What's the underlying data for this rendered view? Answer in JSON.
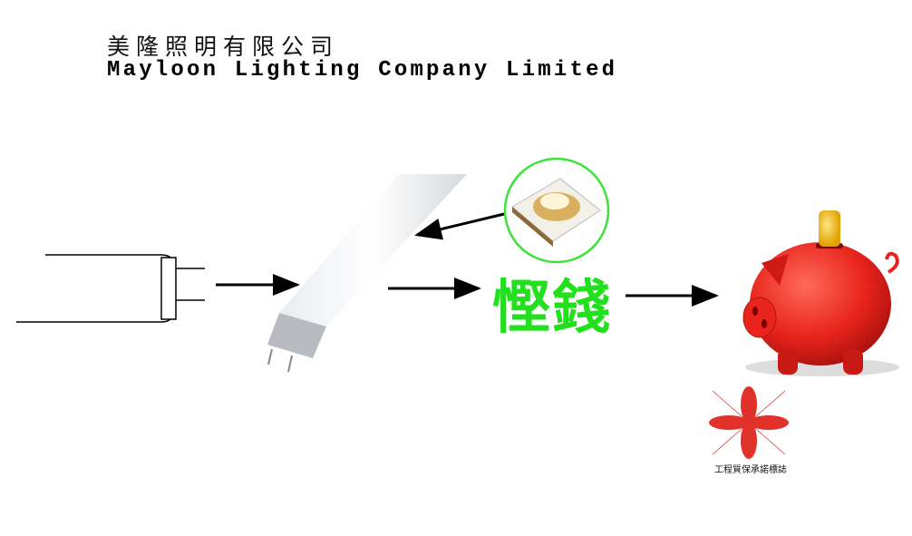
{
  "header": {
    "chinese_name": "美隆照明有限公司",
    "english_name": "Mayloon Lighting Company Limited"
  },
  "diagram": {
    "saving_label": "慳錢",
    "logo_caption": "工程質保承諾標誌"
  },
  "colors": {
    "saving": "#22e01e",
    "piggy": "#e8241c",
    "logo": "#e0322a"
  }
}
